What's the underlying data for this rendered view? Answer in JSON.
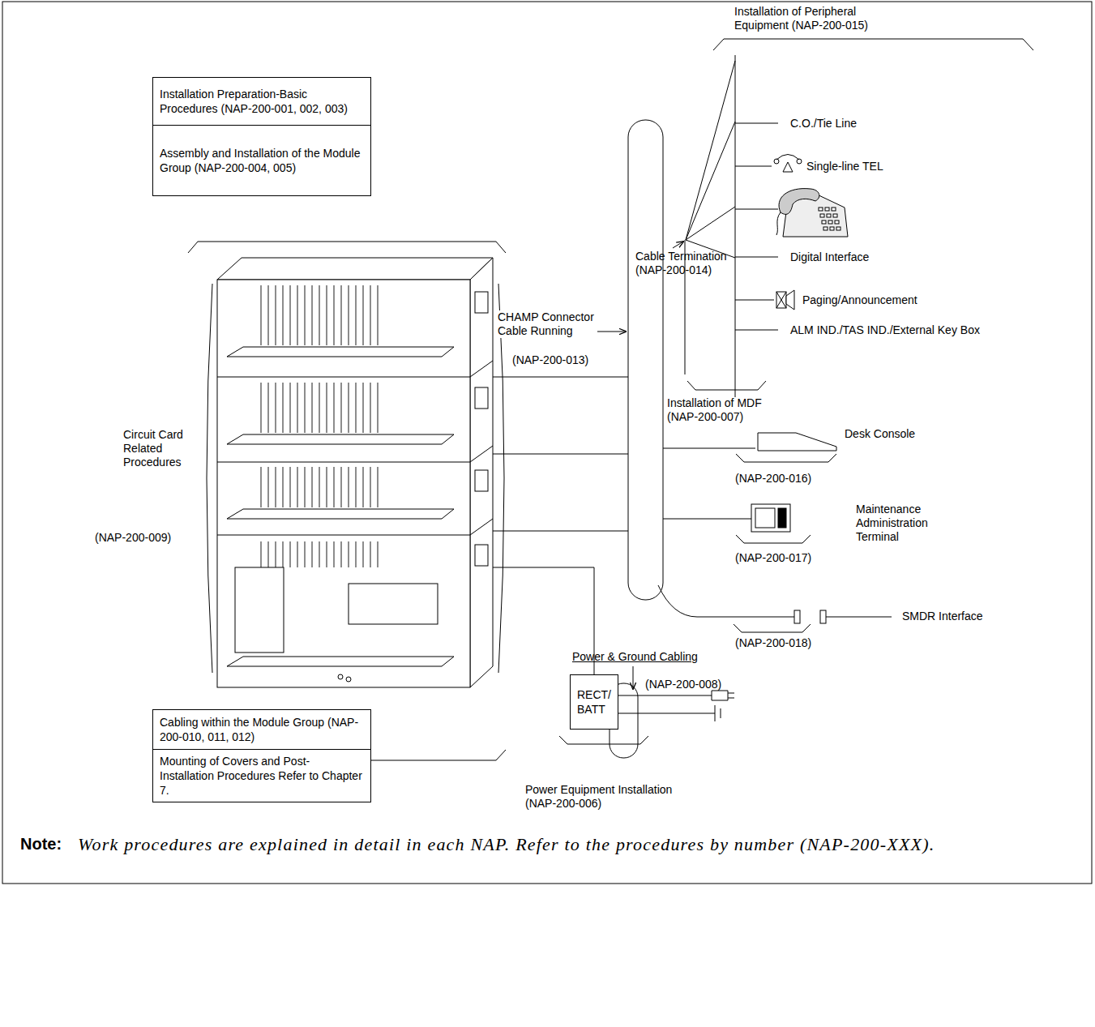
{
  "diagram": {
    "nodes": [
      {
        "text": [
          "Installation Preparation-Basic Procedures (NAP-200-001, 002, 003)"
        ]
      },
      {
        "text": [
          "Assembly and Installation of the Module Group (NAP-200-004, 005)"
        ]
      },
      {
        "text": [
          "RECT/ BATT"
        ]
      },
      {
        "text": [
          "Cabling within the Module Group (NAP-200-010, 011, 012)"
        ]
      },
      {
        "text": [
          "Mounting of Covers and Post-Installation Procedures Refer to Chapter 7."
        ]
      }
    ],
    "labels": [
      "Installation of Peripheral Equipment (NAP-200-015)",
      "C.O./Tie Line",
      "Single-line TEL",
      "Digital Interface",
      "Cable Termination (NAP-200-014)",
      "Paging/Announcement",
      "CHAMP Connector Cable Running",
      "ALM IND./TAS IND./External Key Box",
      "(NAP-200-013)",
      "Installation of MDF (NAP-200-007)",
      "Circuit Card Related Procedures",
      "Desk Console",
      "(NAP-200-016)",
      "(NAP-200-009)",
      "Maintenance Administration Terminal",
      "(NAP-200-017)",
      "SMDR Interface",
      "(NAP-200-018)",
      "Power & Ground Cabling",
      "(NAP-200-008)",
      "Power Equipment Installation (NAP-200-006)",
      "Note:",
      "Work procedures are explained in detail in each NAP. Refer to the procedures by number (NAP-200-XXX)."
    ]
  }
}
